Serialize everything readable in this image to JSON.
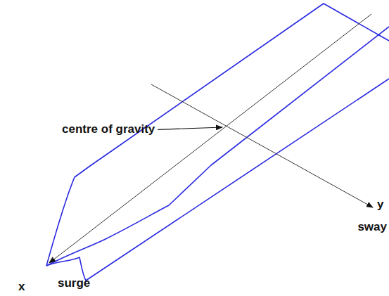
{
  "diagram": {
    "labels": [
      "centre of gravity",
      "y",
      "sway",
      "x",
      "surge"
    ]
  }
}
